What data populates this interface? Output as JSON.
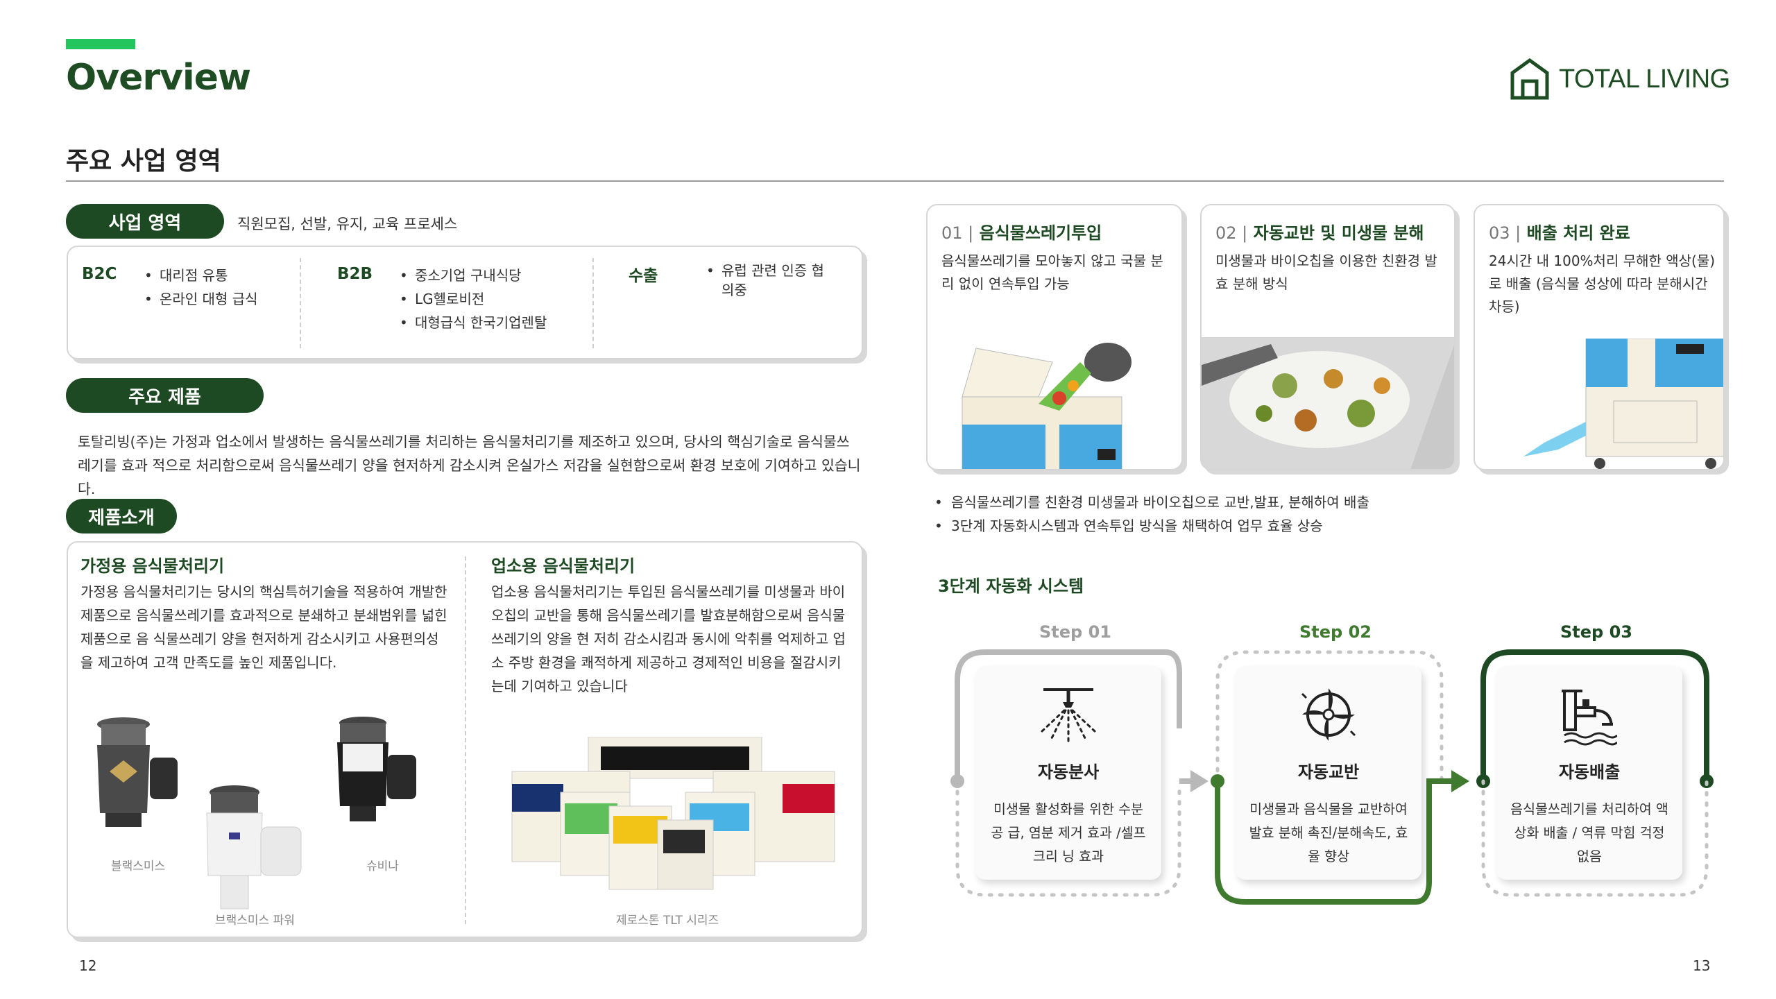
{
  "header": {
    "title": "Overview",
    "logo_text": "TOTAL LIVING",
    "subtitle": "주요 사업 영역"
  },
  "business": {
    "pill": "사업 영역",
    "note": "직원모집, 선발, 유지, 교육 프로세스",
    "columns": [
      {
        "head": "B2C",
        "items": [
          "대리점 유통",
          "온라인 대형 급식"
        ]
      },
      {
        "head": "B2B",
        "items": [
          "중소기업 구내식당",
          "LG헬로비전",
          "대형급식 한국기업렌탈"
        ]
      },
      {
        "head": "수출",
        "items": [
          "유럽 관련 인증 협의중"
        ]
      }
    ]
  },
  "products": {
    "pill": "주요 제품",
    "desc": "토탈리빙(주)는 가정과 업소에서 발생하는 음식물쓰레기를 처리하는 음식물처리기를 제조하고 있으며, 당사의 핵심기술로 음식물쓰레기를 효과 적으로 처리함으로써 음식물쓰레기 양을 현저하게 감소시켜 온실가스 저감을 실현함으로써 환경 보호에 기여하고 있습니다."
  },
  "intro": {
    "pill": "제품소개",
    "home": {
      "title": "가정용 음식물처리기",
      "text": "가정용 음식물처리기는 당시의 핵심특허기술을 적용하여 개발한 제품으로 음식물쓰레기를 효과적으로 분쇄하고 분쇄범위를 넓힌 제품으로 음 식물쓰레기 양을 현저하게 감소시키고 사용편의성을 제고하여 고객 만족도를 높인 제품입니다.",
      "captions": [
        "블랙스미스",
        "슈비나",
        "브랙스미스 파워"
      ]
    },
    "business": {
      "title": "업소용 음식물처리기",
      "text": "업소용 음식물처리기는 투입된 음식물쓰레기를 미생물과 바이오칩의 교반을 통해 음식물쓰레기를 발효분해함으로써 음식물쓰레기의 양을 현 저히 감소시킴과 동시에 악취를 억제하고 업소 주방 환경을 쾌적하게 제공하고 경제적인 비용을 절감시키는데 기여하고 있습니다",
      "caption": "제로스톤 TLT 시리즈"
    }
  },
  "process": [
    {
      "num": "01 |",
      "title": "음식물쓰레기투입",
      "desc": "음식물쓰레기를 모아놓지 않고 국물 분리 없이 연속투입 가능"
    },
    {
      "num": "02 |",
      "title": "자동교반 및 미생물 분해",
      "desc": "미생물과 바이오칩을 이용한 친환경 발효 분해 방식"
    },
    {
      "num": "03 |",
      "title": "배출 처리 완료",
      "desc": "24시간 내 100%처리 무해한 액상(물)로 배출 (음식물 성상에 따라 분해시간 차등)"
    }
  ],
  "bullets": [
    "음식물쓰레기를 친환경 미생물과 바이오칩으로 교반,발표, 분해하여 배출",
    "3단계 자동화시스템과 연속투입 방식을 채택하여 업무 효율 상승"
  ],
  "automation": {
    "title": "3단계 자동화 시스템",
    "steps": [
      {
        "label": "Step 01",
        "title": "자동분사",
        "desc": "미생물 활성화를 위한 수분 공 급, 염분 제거 효과 /셀프크리 닝 효과",
        "icon": "spray-icon"
      },
      {
        "label": "Step 02",
        "title": "자동교반",
        "desc": "미생물과 음식물을 교반하여 발효 분해 촉진/분해속도, 효율 향상",
        "icon": "mixer-icon"
      },
      {
        "label": "Step 03",
        "title": "자동배출",
        "desc": "음식물쓰레기를 처리하여 액상화 배출 / 역류 막힘 걱정 없음",
        "icon": "discharge-icon"
      }
    ],
    "colors": {
      "step1": "#9e9e9e",
      "step2": "#3f7a2e",
      "step3": "#1d4a22"
    }
  },
  "pages": {
    "left": "12",
    "right": "13"
  }
}
